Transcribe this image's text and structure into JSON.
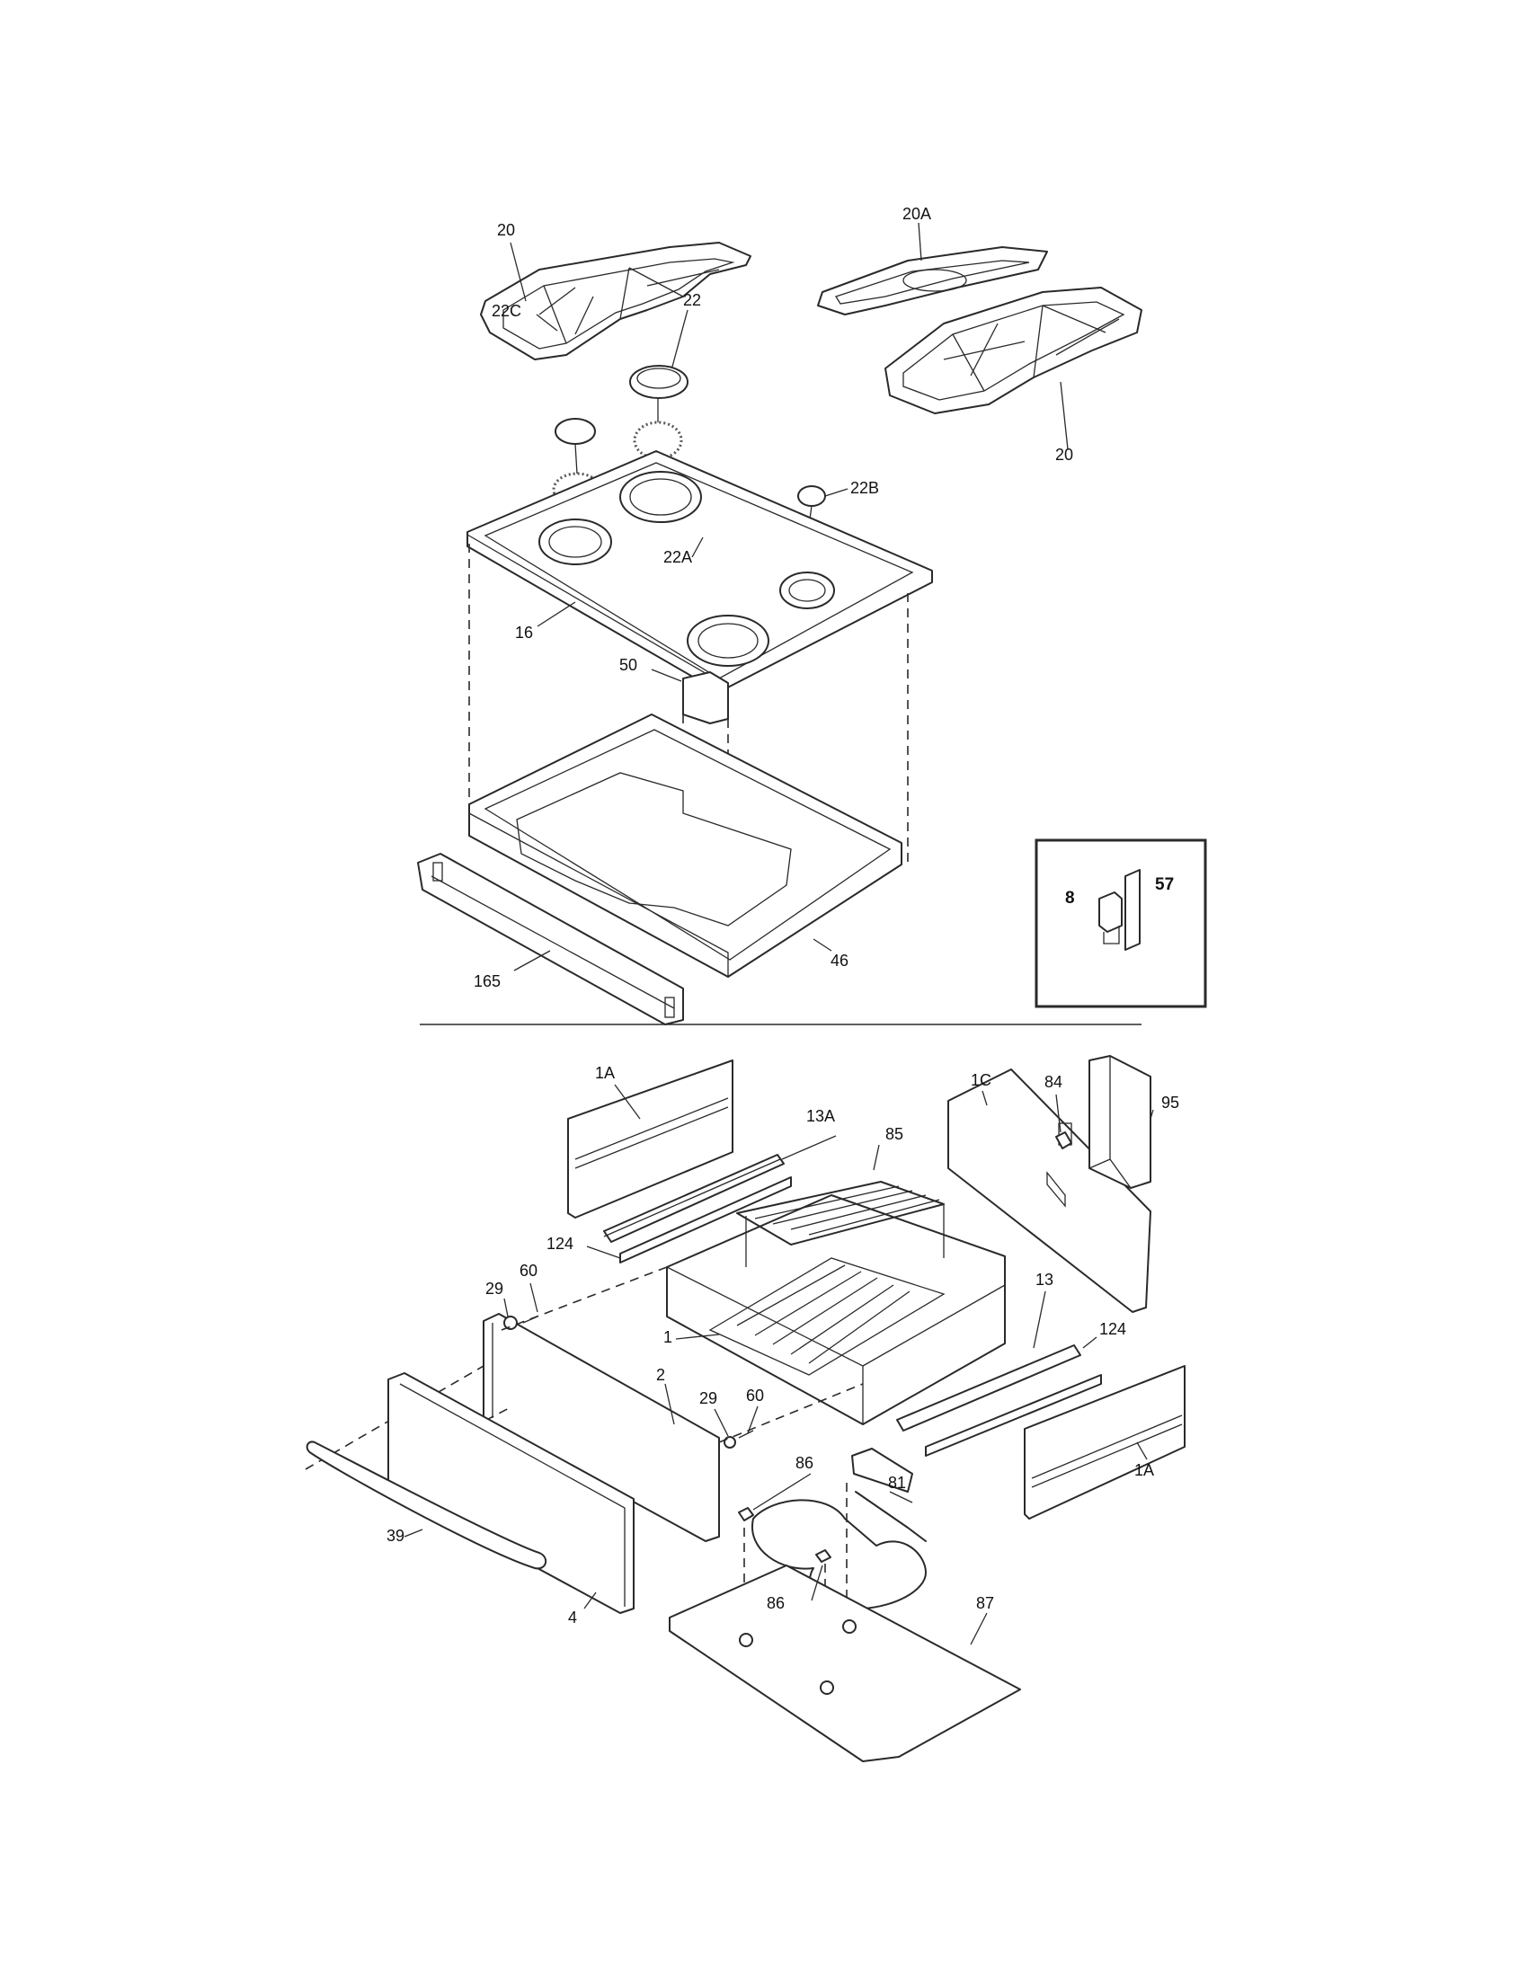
{
  "labels": {
    "grate_left": "20",
    "grate_center": "20A",
    "grate_right": "20",
    "cap_large": "22",
    "cap_left_small": "22C",
    "cap_right_small": "22B",
    "cap_center": "22A",
    "cooktop": "16",
    "bracket": "50",
    "front_frame": "165",
    "burner_box": "46",
    "inset_switch": "8",
    "inset_plate": "57",
    "side_panel_left": "1A",
    "slide_left": "13A",
    "liner": "85",
    "back_panel": "1C",
    "back_clip": "84",
    "duct": "95",
    "slide_support_left": "124",
    "glide_left": "29",
    "screw_left": "60",
    "drawer_body": "1",
    "slide_right": "13",
    "slide_support_right": "124",
    "drawer_front": "2",
    "glide_right": "29",
    "screw_right": "60",
    "side_panel_right": "1A",
    "bracket_clip_top": "86",
    "heating_element": "81",
    "handle": "39",
    "front_panel": "4",
    "bracket_clip_bottom": "86",
    "bottom_panel": "87"
  }
}
